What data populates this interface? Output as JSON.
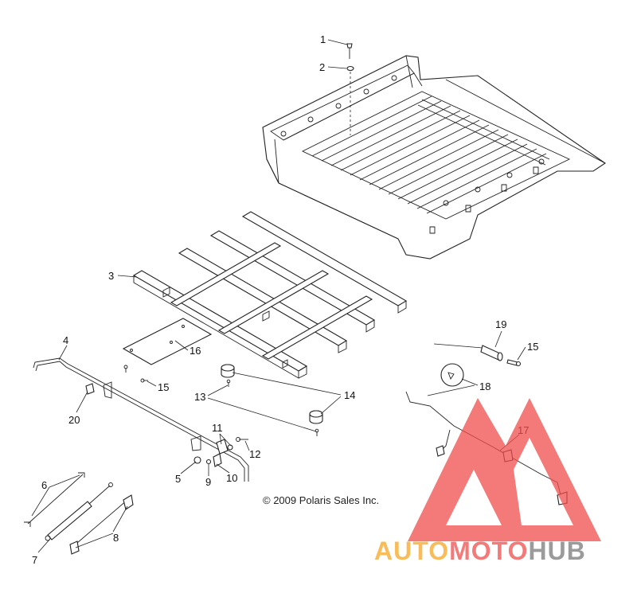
{
  "diagram": {
    "copyright": "© 2009 Polaris Sales Inc.",
    "watermark": {
      "part1": "AUTO",
      "part2": "MOTO",
      "part3": "HUB",
      "color_light": "#f5a623",
      "color_red": "#f04e4e",
      "color_dark": "#8a8a8a"
    },
    "callouts": [
      "1",
      "2",
      "3",
      "4",
      "5",
      "6",
      "7",
      "8",
      "9",
      "10",
      "11",
      "12",
      "13",
      "14",
      "15",
      "15",
      "16",
      "17",
      "18",
      "19",
      "20"
    ]
  }
}
